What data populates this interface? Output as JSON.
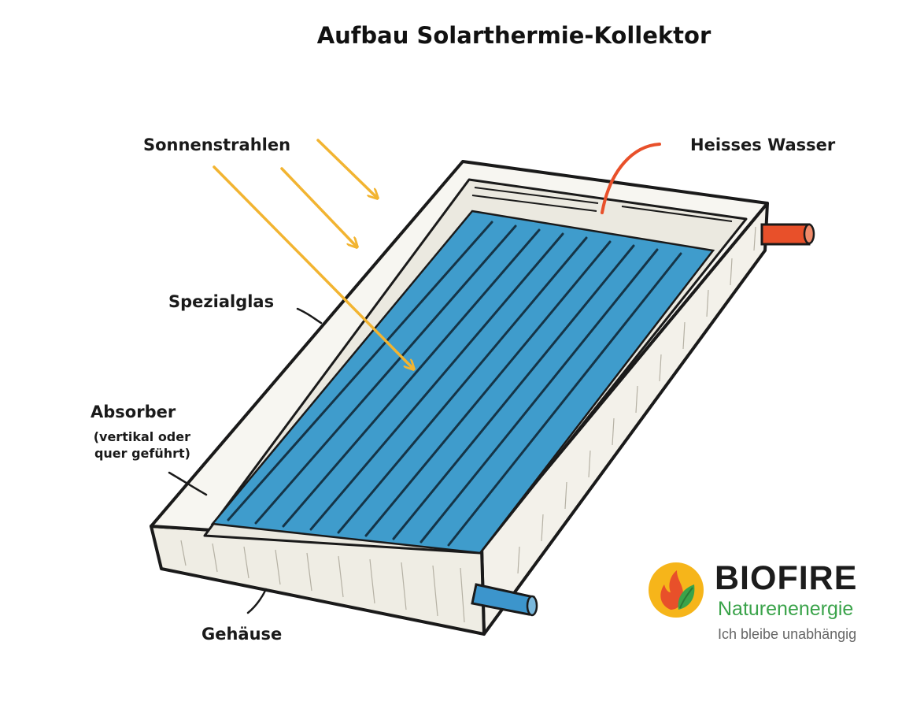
{
  "title": "Aufbau Solarthermie-Kollektor",
  "labels": {
    "sunrays": "Sonnenstrahlen",
    "hot_water": "Heisses Wasser",
    "glass": "Spezialglas",
    "absorber": "Absorber",
    "absorber_note_1": "(vertikal oder",
    "absorber_note_2": "quer geführt)",
    "housing": "Gehäuse"
  },
  "logo": {
    "name": "BIOFIRE",
    "subtitle": "Naturenenergie",
    "tagline": "Ich bleibe unabhängig"
  },
  "colors": {
    "absorber_blue": "#3f9ccc",
    "sunray_yellow": "#f2b431",
    "hot_pipe": "#e8502a",
    "cold_pipe": "#3c95cc",
    "frame_outline": "#1a1a1a",
    "logo_green": "#3aa34a"
  }
}
